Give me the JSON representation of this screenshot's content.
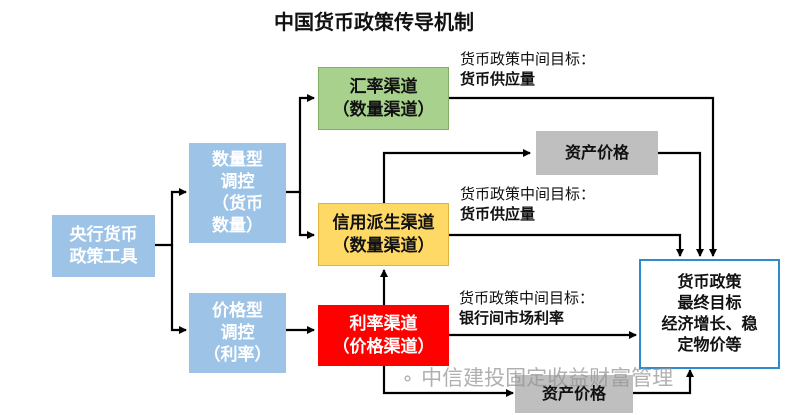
{
  "title": "中国货币政策传导机制",
  "source_box": {
    "line1": "央行货币",
    "line2": "政策工具"
  },
  "quantity_control": {
    "line1": "数量型",
    "line2": "调控",
    "line3": "（货币",
    "line4": "数量）"
  },
  "price_control": {
    "line1": "价格型",
    "line2": "调控",
    "line3": "（利率）"
  },
  "exchange_channel": {
    "line1": "汇率渠道",
    "line2": "（数量渠道）"
  },
  "credit_channel": {
    "line1": "信用派生渠道",
    "line2": "（数量渠道）"
  },
  "rate_channel": {
    "line1": "利率渠道",
    "line2": "（价格渠道）"
  },
  "asset_price_top": "资产价格",
  "asset_price_bottom": "资产价格",
  "note1": {
    "line1": "货币政策中间目标：",
    "line2": "货币供应量"
  },
  "note2": {
    "line1": "货币政策中间目标：",
    "line2": "货币供应量"
  },
  "note3": {
    "line1": "货币政策中间目标：",
    "line2": "银行间市场利率"
  },
  "final_goal": {
    "line1": "货币政策",
    "line2": "最终目标",
    "line3": "经济增长、稳",
    "line4": "定物价等"
  },
  "watermark": "中信建投固定收益财富管理",
  "colors": {
    "blue": "#9dc3e6",
    "green": "#a9d18e",
    "yellow": "#ffd966",
    "red": "#ff0000",
    "grey": "#bfbfbf",
    "final_border": "#2e8bcc"
  }
}
